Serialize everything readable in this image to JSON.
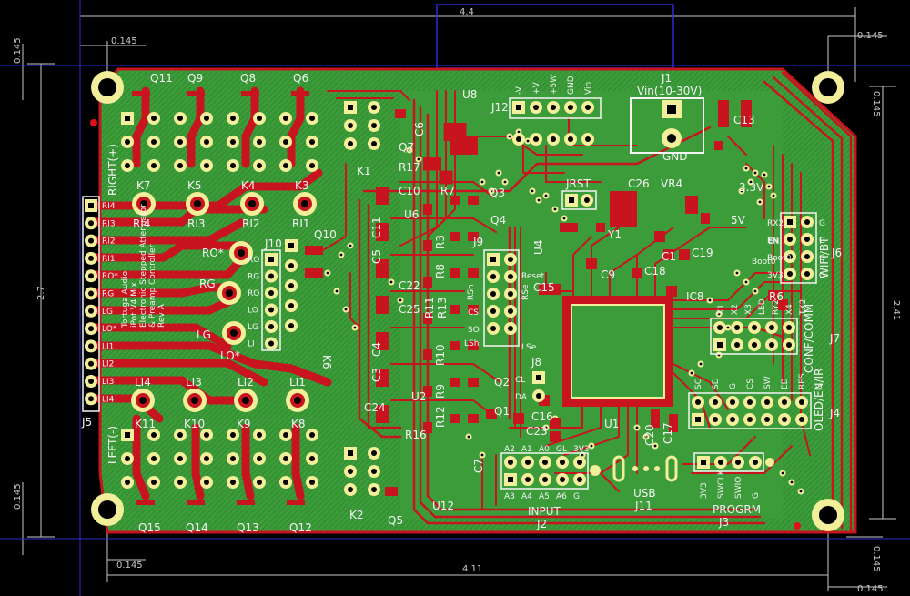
{
  "colors": {
    "background": "#000000",
    "copper_top": "#c8141e",
    "ground_pour": "#3c9c3a",
    "pad": "#f3ee9a",
    "silkscreen": "#f4f4f4",
    "dimension": "#c8c8c8",
    "outline_blue": "#2b2bd6"
  },
  "dimensions": {
    "top_width": "4.4",
    "bottom_width": "4.11",
    "height_left": "2.7",
    "height_right": "2.41",
    "margin": "0.145"
  },
  "silk_title": [
    "Tortuga Audio",
    "iPot V4 Mix",
    "Electronic Stepped Attenuator",
    "& Preamp Controller",
    "Rev A"
  ],
  "labels": {
    "right_plus": "RIGHT(+)",
    "left_minus": "LEFT(-)",
    "vin": "Vin(10-30V)",
    "gnd": "GND",
    "jrst": "JRST",
    "input": "INPUT",
    "usb": "USB",
    "progrm": "PROGRM",
    "conf_comm": "CONF/COMM",
    "oled_en_ir": "OLED/EN/IR",
    "wifi_bt": "WIFI/BT",
    "v33": "3.3V",
    "v5": "5V",
    "boot0": "Boot0",
    "en": "EN",
    "g": "G",
    "reset": "Reset",
    "rsh": "RSh",
    "rse": "RSe",
    "cs": "CS",
    "so": "SO",
    "lsh": "LSh",
    "lse": "LSe",
    "cl": "CL",
    "da": "DA"
  },
  "j12_pins": [
    "-V",
    "+V",
    "+5W",
    "GND",
    "Vin"
  ],
  "j5_pins": [
    "RI4",
    "RI3",
    "RI2",
    "RI1",
    "RO*",
    "RG",
    "LG",
    "LO*",
    "LI1",
    "LI2",
    "LI3",
    "LI4"
  ],
  "j10_pins": [
    "RO",
    "RG",
    "RO",
    "LO",
    "LG",
    "LI"
  ],
  "j2_top": [
    "A2",
    "A1",
    "A0",
    "GL",
    "3V3"
  ],
  "j2_bottom": [
    "A3",
    "A4",
    "A5",
    "A6",
    "G"
  ],
  "j4_pins": [
    "SC",
    "SD",
    "G",
    "CS",
    "SW",
    "ED",
    "RES",
    "G"
  ],
  "j7_pins": [
    "X1",
    "X2",
    "X3",
    "LED",
    "RY2",
    "X4",
    "TX2"
  ],
  "j3_pins": [
    "3V3",
    "SWCLK",
    "SWIO",
    "G"
  ],
  "j6_pins": [
    "RX2",
    "EN",
    "Boot0",
    "3V3"
  ],
  "components": [
    "Q11",
    "Q9",
    "Q8",
    "Q6",
    "J1",
    "J12",
    "U8",
    "C6",
    "Q7",
    "K1",
    "C13",
    "K7",
    "K5",
    "K4",
    "K3",
    "RI4",
    "RI3",
    "RI2",
    "RI1",
    "R17",
    "C10",
    "R7",
    "Q3",
    "C26",
    "VR4",
    "U6",
    "C11",
    "Q4",
    "J6",
    "J10",
    "Q10",
    "C5",
    "R3",
    "J9",
    "U4",
    "Y1",
    "C1",
    "C19",
    "C9",
    "C18",
    "RO*",
    "RG",
    "C22",
    "R13",
    "C15",
    "IC8",
    "R6",
    "K6",
    "LG",
    "C25",
    "R11",
    "LO*",
    "C4",
    "R8",
    "C3",
    "R10",
    "J7",
    "LI4",
    "LI3",
    "LI2",
    "LI1",
    "J8",
    "U2",
    "R9",
    "C24",
    "Q2",
    "C17",
    "J4",
    "K11",
    "K10",
    "K9",
    "K8",
    "R12",
    "Q1",
    "C16",
    "C23",
    "U1",
    "C20",
    "R16",
    "C7",
    "J2",
    "J11",
    "J3",
    "K2",
    "Q5",
    "U12",
    "Q15",
    "Q14",
    "Q13",
    "Q12",
    "J5"
  ]
}
